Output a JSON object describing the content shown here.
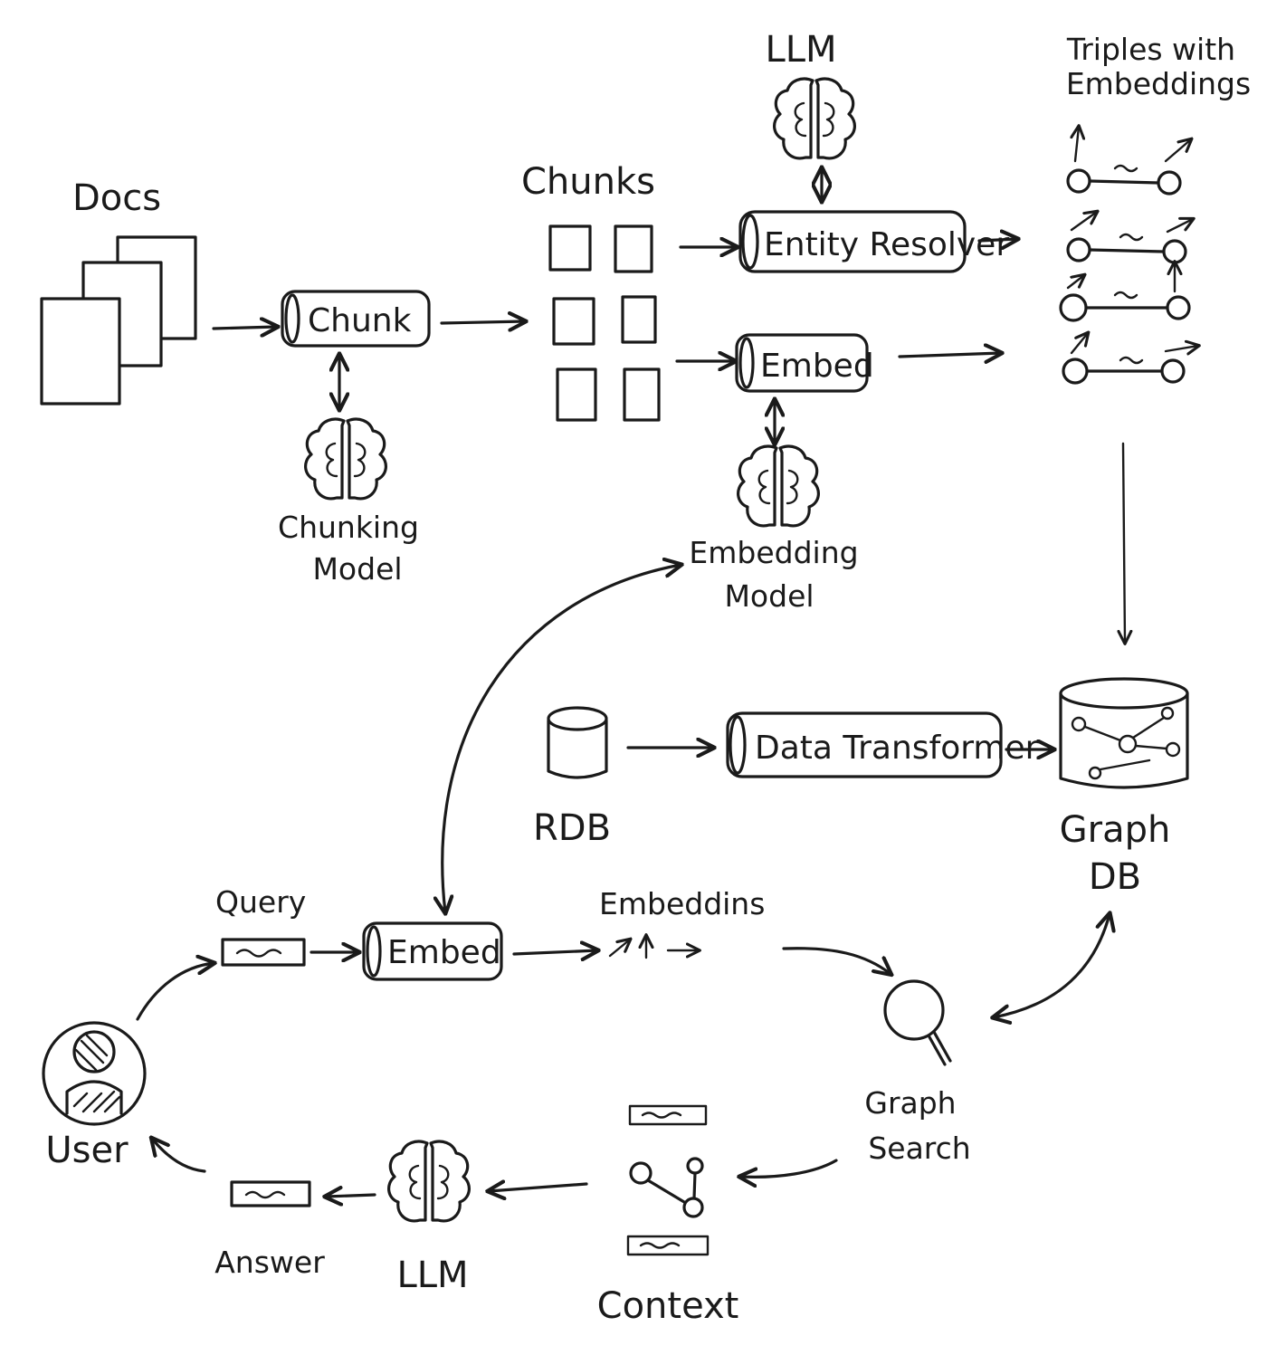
{
  "nodes": {
    "docs": "Docs",
    "chunk": "Chunk",
    "chunking_model": "Chunking Model",
    "chunks": "Chunks",
    "llm_top": "LLM",
    "entity_resolver": "Entity Resolver",
    "embed_top": "Embed",
    "embedding_model": "Embedding Model",
    "triples": "Triples with Embeddings",
    "rdb": "RDB",
    "data_transformer": "Data Transformer",
    "graph_db": "Graph DB",
    "query": "Query",
    "embed_bottom": "Embed",
    "embeddings": "Embeddins",
    "user": "User",
    "graph_search": "Graph Search",
    "context": "Context",
    "llm_bottom": "LLM",
    "answer": "Answer"
  },
  "colors": {
    "ink": "#1a1a1a",
    "paper": "#ffffff"
  }
}
